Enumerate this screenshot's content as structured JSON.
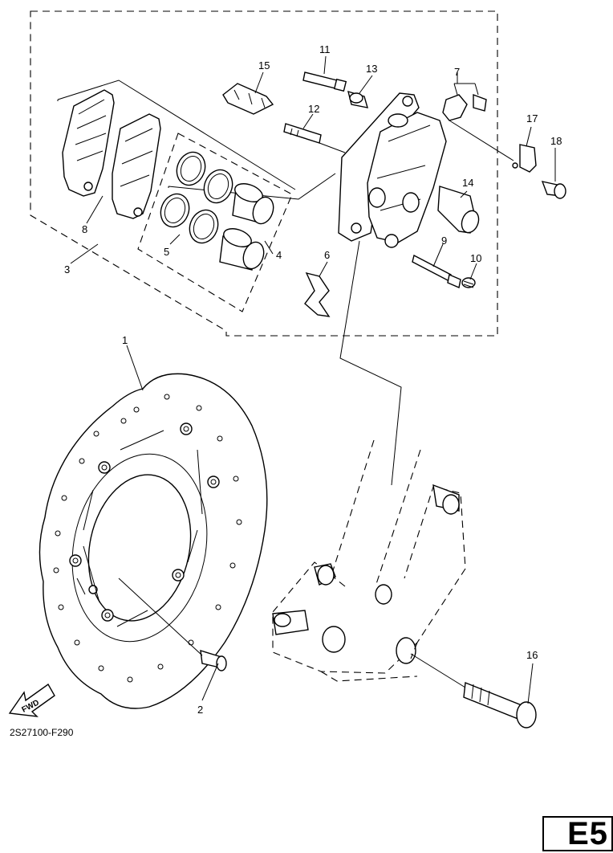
{
  "diagram": {
    "code": "2S27100-F290",
    "page_tag": "E5",
    "fwd_label": "FWD",
    "callouts": [
      "1",
      "2",
      "3",
      "4",
      "5",
      "6",
      "7",
      "8",
      "9",
      "10",
      "11",
      "12",
      "13",
      "14",
      "15",
      "16",
      "17",
      "18"
    ]
  }
}
